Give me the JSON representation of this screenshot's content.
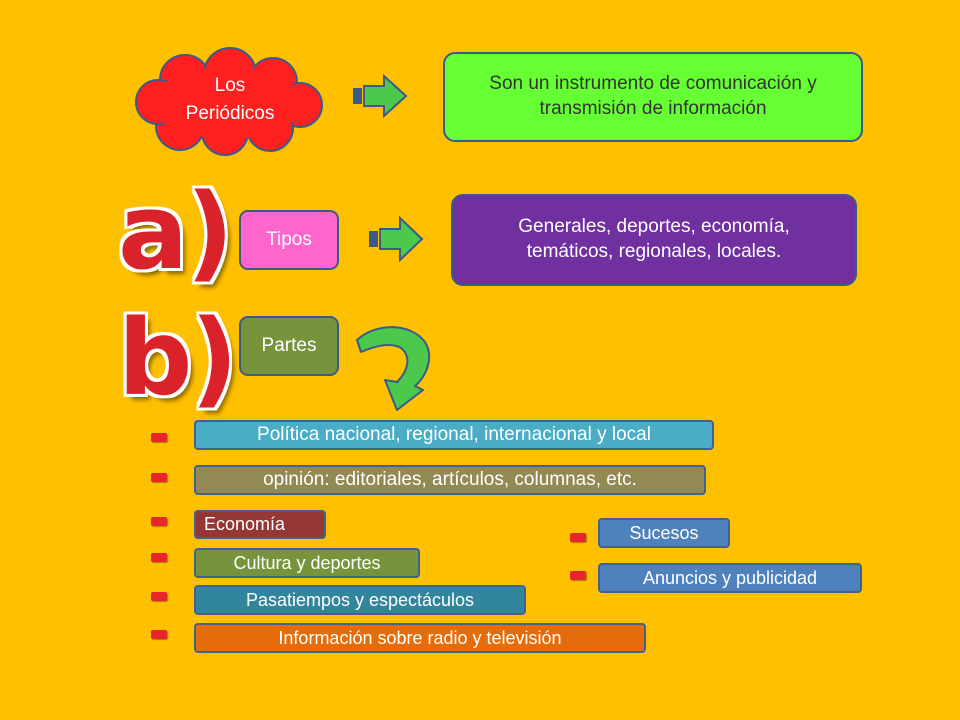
{
  "top": {
    "cloud_label": "Los\nPeriódicos",
    "definition": "Son un instrumento de comunicación y transmisión de información"
  },
  "section_a": {
    "marker": "a)",
    "label": "Tipos",
    "description": "Generales, deportes, economía, temáticos, regionales, locales."
  },
  "section_b": {
    "marker": "b)",
    "label": "Partes",
    "items": [
      "Política nacional, regional, internacional y local",
      "opinión: editoriales, artículos, columnas, etc.",
      "Economía",
      "Cultura y deportes",
      "Pasatiempos y espectáculos",
      "Información sobre radio y televisión",
      "Sucesos",
      "Anuncios y publicidad"
    ]
  },
  "colors": {
    "background": "#FFC000",
    "cloud": "#FF1F1F",
    "definition_box": "#66FF33",
    "tipos_box": "#FF66CC",
    "description_box": "#7030A0",
    "partes_box": "#77933C",
    "arrow": "#4CC94C",
    "dash": "#E8242C",
    "letters": "#D9222A"
  }
}
